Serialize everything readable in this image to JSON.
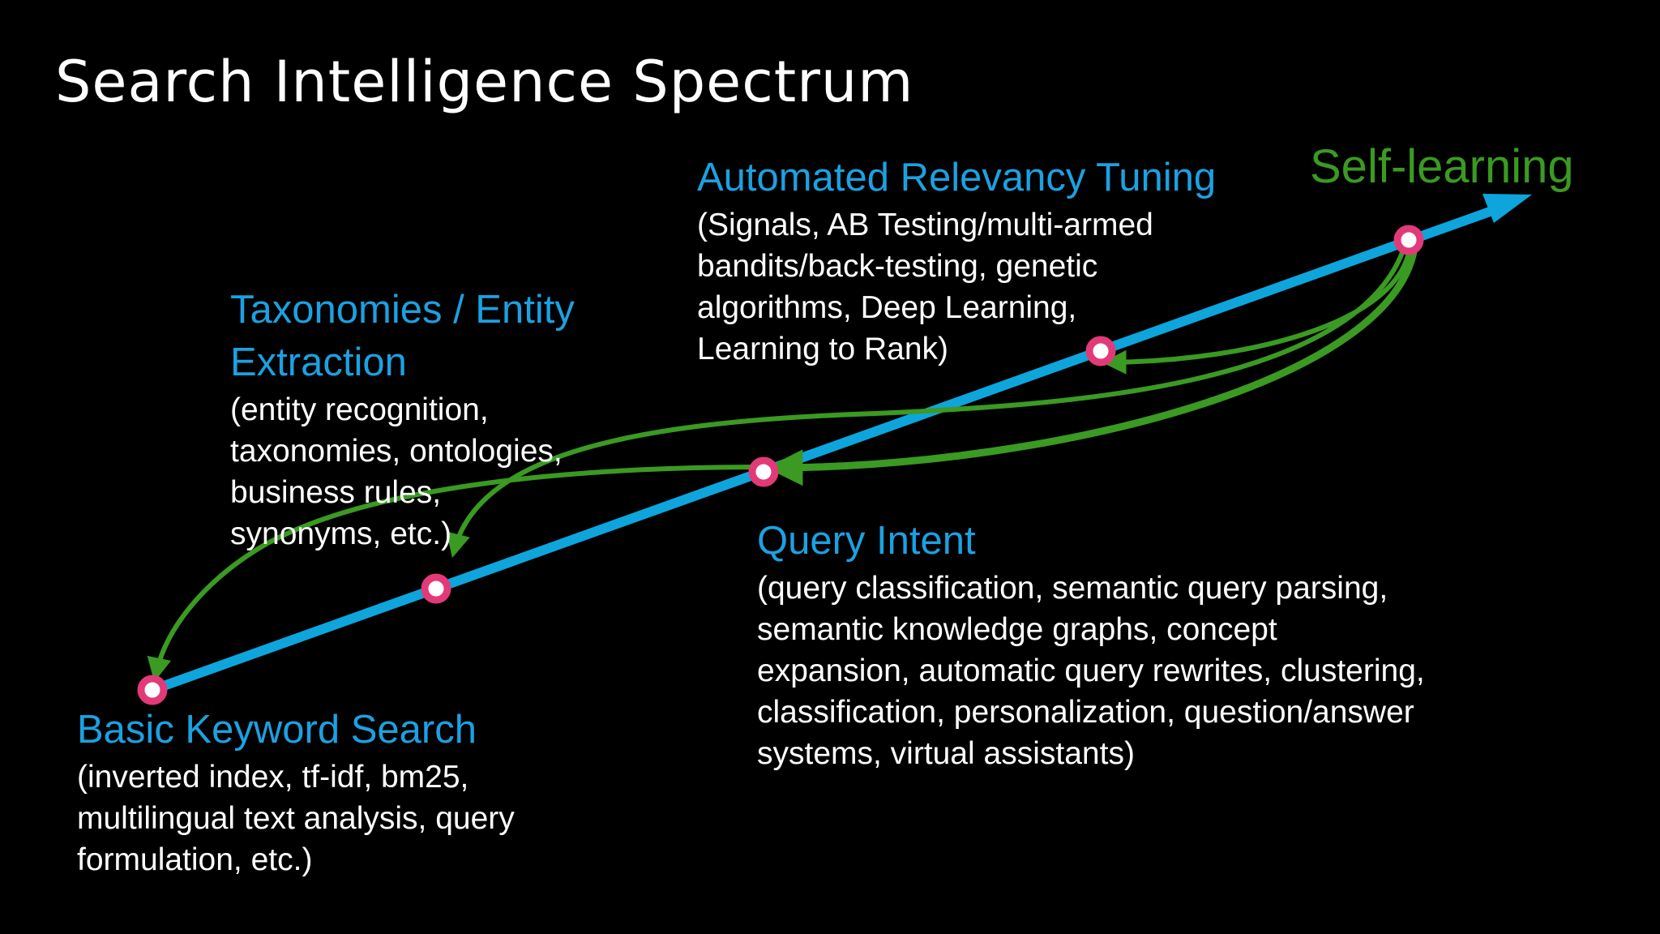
{
  "title": "Search Intelligence Spectrum",
  "colors": {
    "background": "#000000",
    "stage_title": "#1ba1e2",
    "axis_line": "#0ea5dc",
    "feedback_arrows": "#3a9a22",
    "end_label": "#3a9a22",
    "milestone_marker": "#e23a78",
    "body_text": "#ffffff"
  },
  "end_label": "Self-learning",
  "stages": [
    {
      "title": "Basic Keyword Search",
      "desc": [
        "(inverted index, tf-idf, bm25,",
        "multilingual text analysis, query",
        "formulation, etc.)"
      ]
    },
    {
      "title": [
        "Taxonomies / Entity",
        "Extraction"
      ],
      "desc": [
        "(entity recognition,",
        "taxonomies, ontologies,",
        "business rules,",
        "synonyms, etc.)"
      ]
    },
    {
      "title": "Query Intent",
      "desc": [
        "(query classification, semantic query parsing,",
        "semantic knowledge graphs, concept",
        "expansion, automatic query rewrites, clustering,",
        "classification, personalization, question/answer",
        "systems, virtual assistants)"
      ]
    },
    {
      "title": "Automated Relevancy Tuning",
      "desc": [
        "(Signals, AB Testing/multi-armed",
        "bandits/back-testing, genetic",
        "algorithms, Deep Learning,",
        "Learning to Rank)"
      ]
    }
  ]
}
